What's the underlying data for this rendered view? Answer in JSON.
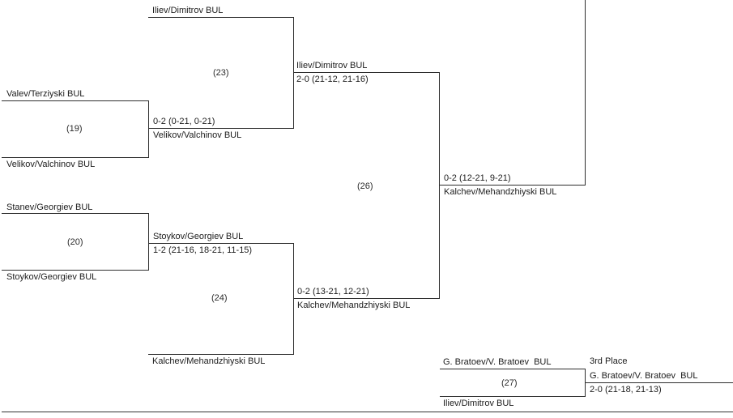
{
  "bracket": {
    "third_place_title": "3rd Place",
    "matches": {
      "m19": {
        "number": "(19)",
        "entrant_top": "Valev/Terziyski BUL",
        "entrant_bottom": "Velikov/Valchinov BUL",
        "score": "0-2 (0-21, 0-21)",
        "winner": "Velikov/Valchinov BUL"
      },
      "m20": {
        "number": "(20)",
        "entrant_top": "Stanev/Georgiev BUL",
        "entrant_bottom": "Stoykov/Georgiev BUL",
        "score": "1-2 (21-16, 18-21, 11-15)",
        "winner": "Stoykov/Georgiev BUL"
      },
      "m23": {
        "number": "(23)",
        "entrant_top": "Iliev/Dimitrov BUL",
        "score": "2-0 (21-12, 21-16)",
        "winner": "Iliev/Dimitrov BUL"
      },
      "m24": {
        "number": "(24)",
        "entrant_bottom": "Kalchev/Mehandzhiyski BUL",
        "score": "0-2 (13-21, 12-21)",
        "winner": "Kalchev/Mehandzhiyski BUL"
      },
      "m26": {
        "number": "(26)",
        "score": "0-2 (12-21, 9-21)",
        "winner": "Kalchev/Mehandzhiyski BUL"
      },
      "m27": {
        "number": "(27)",
        "entrant_top": "G. Bratoev/V. Bratoev  BUL",
        "entrant_bottom": "Iliev/Dimitrov BUL",
        "score": "2-0 (21-18, 21-13)",
        "winner": "G. Bratoev/V. Bratoev  BUL"
      }
    },
    "colors": {
      "line": "#2e2e2e",
      "text": "#1c1c1c",
      "background": "#ffffff"
    }
  }
}
